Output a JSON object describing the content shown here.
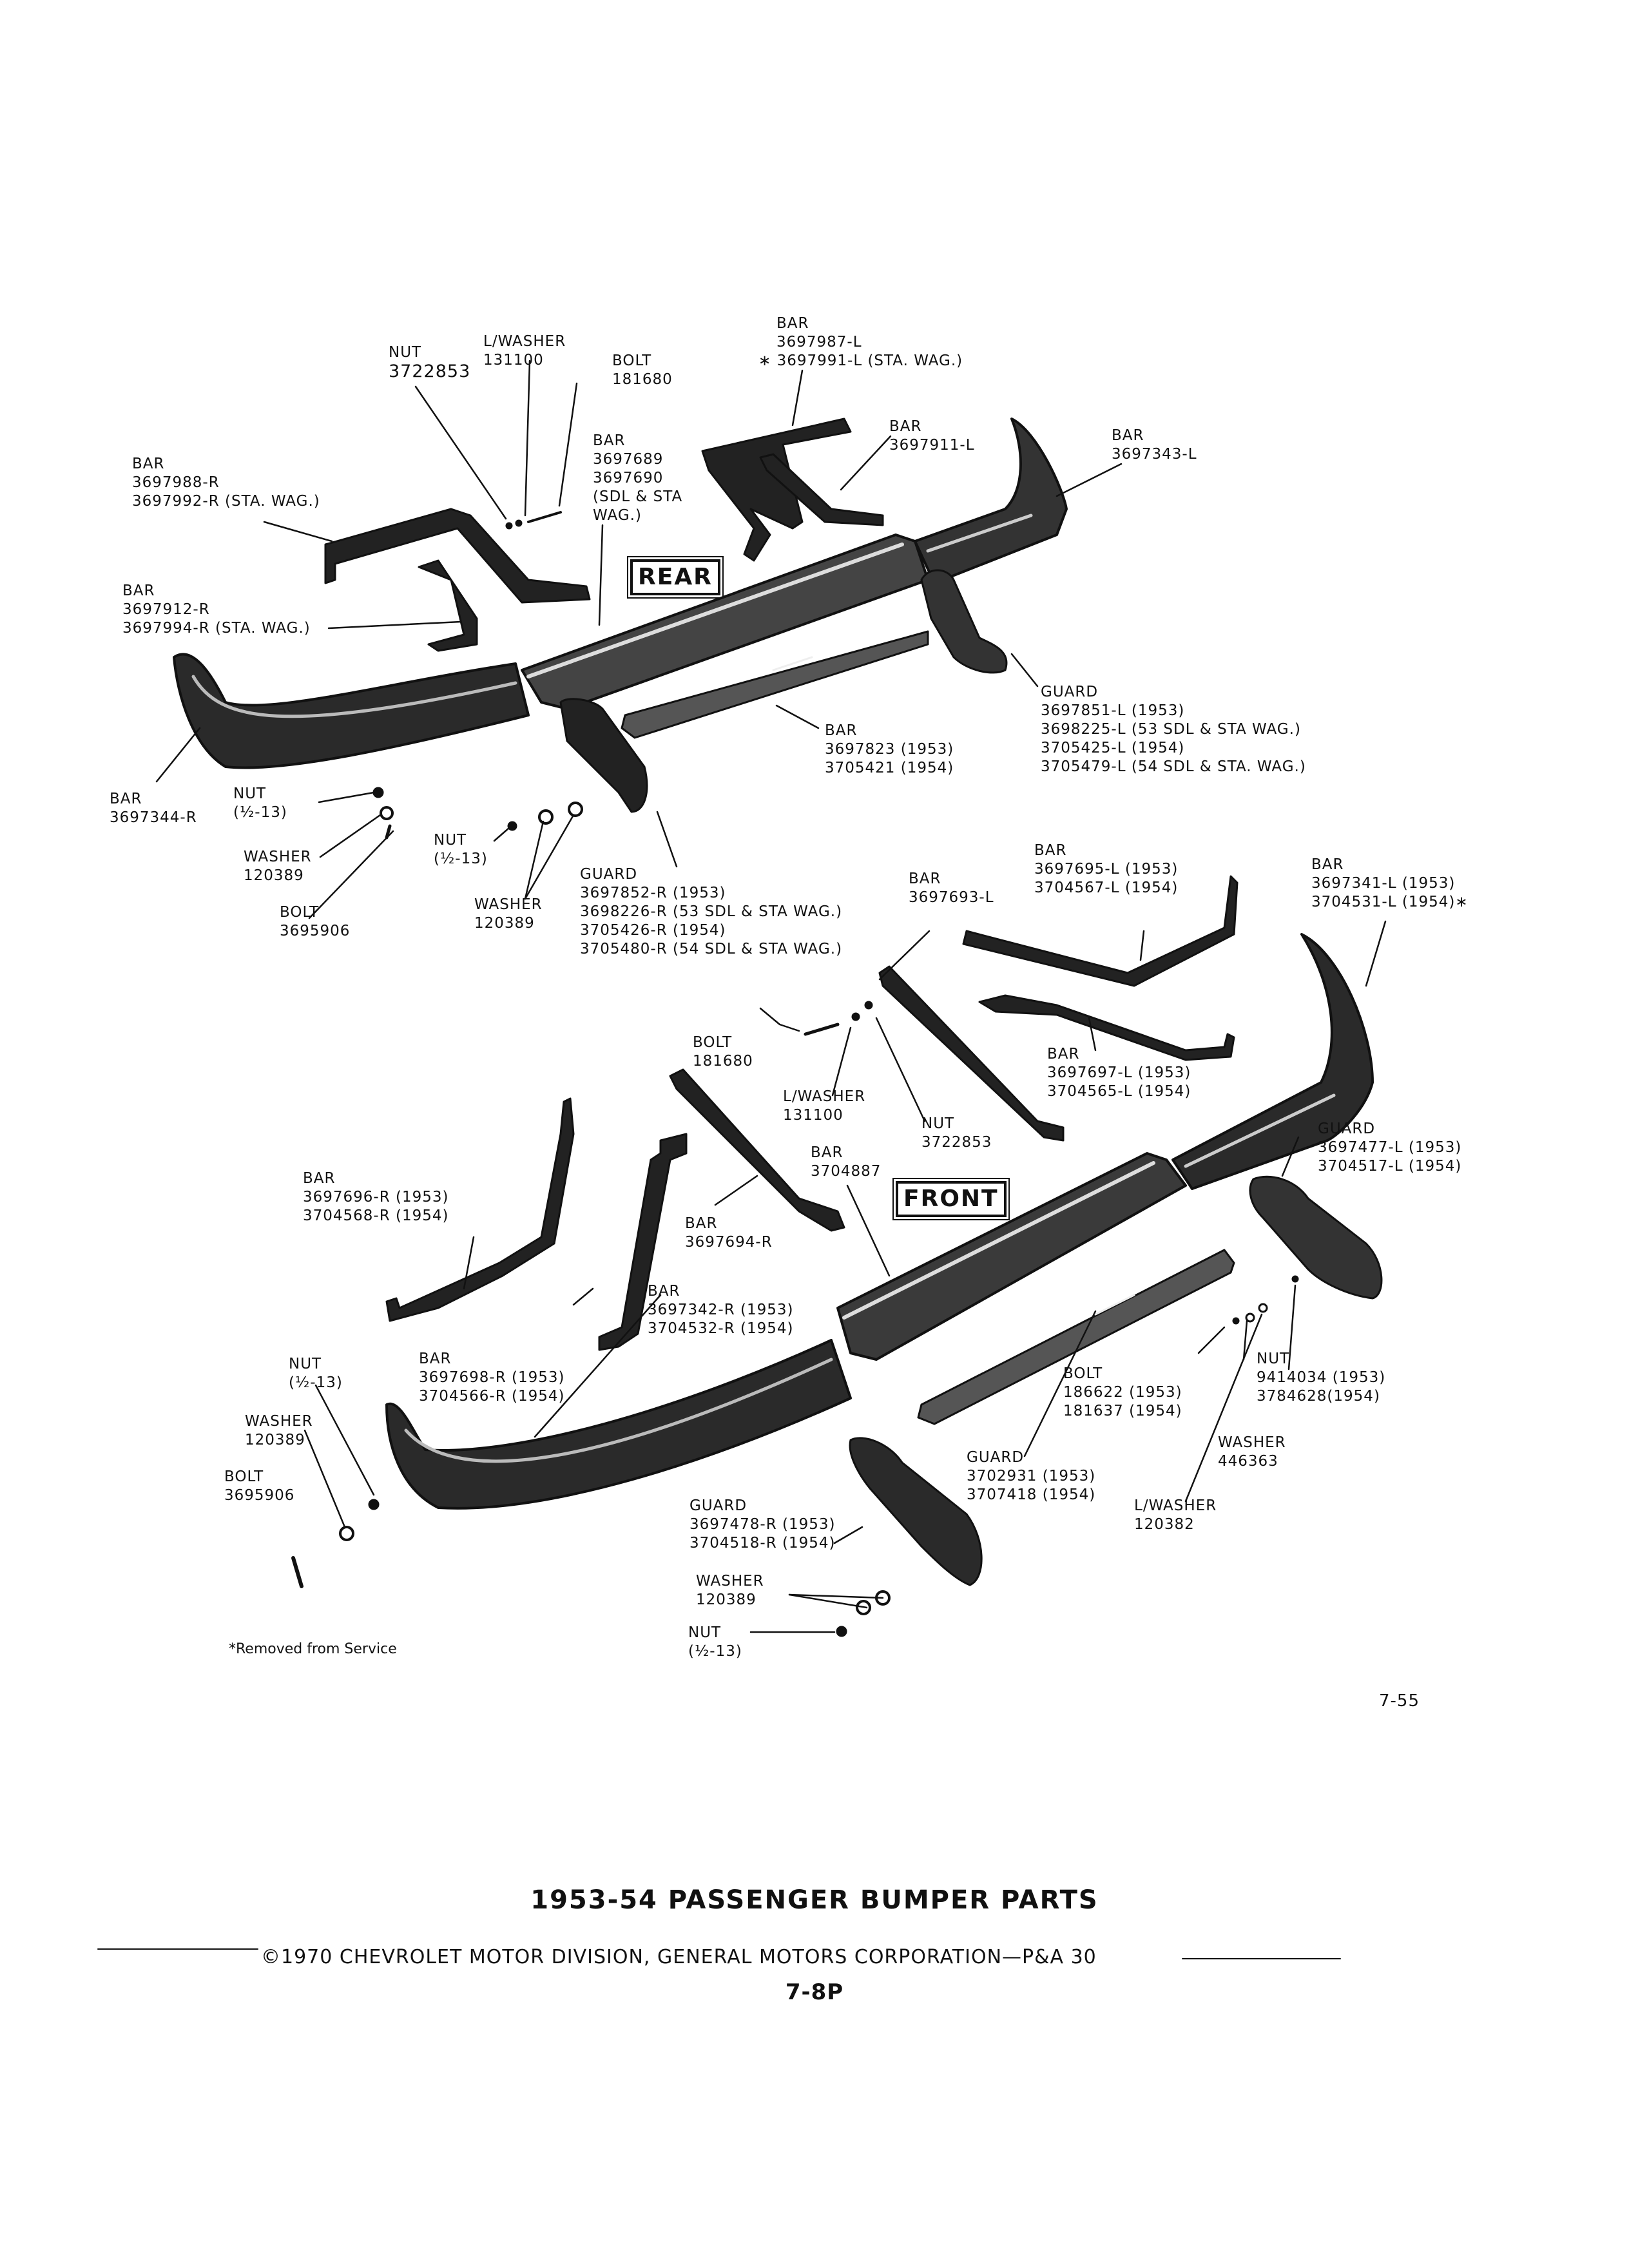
{
  "labels": {
    "nut_3722853_top": [
      "NUT",
      "3722853"
    ],
    "lwasher_131100_top": [
      "L/WASHER",
      "131100"
    ],
    "bolt_181680_top": [
      "BOLT",
      "181680"
    ],
    "bar_3697987": [
      "BAR",
      "3697987-L",
      "∗ 3697991-L (STA. WAG.)"
    ],
    "bar_3697911": [
      "BAR",
      "3697911-L"
    ],
    "bar_3697343": [
      "BAR",
      "3697343-L"
    ],
    "bar_3697988": [
      "BAR",
      "3697988-R",
      "3697992-R (STA. WAG.)"
    ],
    "bar_3697689": [
      "BAR",
      "3697689",
      "3697690",
      "(SDL & STA",
      "WAG.)"
    ],
    "bar_3697912": [
      "BAR",
      "3697912-R",
      "3697994-R (STA. WAG.)"
    ],
    "guard_3697851": [
      "GUARD",
      "3697851-L (1953)",
      "3698225-L (53 SDL & STA WAG.)",
      "3705425-L (1954)",
      "3705479-L (54 SDL & STA. WAG.)"
    ],
    "bar_3697823": [
      "BAR",
      "3697823 (1953)",
      "3705421 (1954)"
    ],
    "bar_3697344": [
      "BAR",
      "3697344-R"
    ],
    "nut_half13_rear_left": [
      "NUT",
      "(½-13)"
    ],
    "washer_120389_rear_left": [
      "WASHER",
      "120389"
    ],
    "bolt_3695906_rear": [
      "BOLT",
      "3695906"
    ],
    "nut_half13_rear_mid": [
      "NUT",
      "(½-13)"
    ],
    "washer_120389_rear_mid": [
      "WASHER",
      "120389"
    ],
    "guard_3697852": [
      "GUARD",
      "3697852-R (1953)",
      "3698226-R (53 SDL & STA WAG.)",
      "3705426-R (1954)",
      "3705480-R (54 SDL & STA WAG.)"
    ],
    "bar_3697693": [
      "BAR",
      "3697693-L"
    ],
    "bar_3697695": [
      "BAR",
      "3697695-L (1953)",
      "3704567-L (1954)"
    ],
    "bar_3697341": [
      "BAR",
      "3697341-L (1953)",
      "3704531-L (1954)∗"
    ],
    "bolt_181680_front": [
      "BOLT",
      "181680"
    ],
    "lwasher_131100_front": [
      "L/WASHER",
      "131100"
    ],
    "nut_3722853_front": [
      "NUT",
      "3722853"
    ],
    "bar_3697697": [
      "BAR",
      "3697697-L (1953)",
      "3704565-L (1954)"
    ],
    "guard_3697477": [
      "GUARD",
      "3697477-L (1953)",
      "3704517-L (1954)"
    ],
    "bar_3704887": [
      "BAR",
      "3704887"
    ],
    "bar_3697694": [
      "BAR",
      "3697694-R"
    ],
    "bar_3697696": [
      "BAR",
      "3697696-R (1953)",
      "3704568-R (1954)"
    ],
    "bar_3697342": [
      "BAR",
      "3697342-R (1953)",
      "3704532-R (1954)"
    ],
    "bar_3697698": [
      "BAR",
      "3697698-R (1953)",
      "3704566-R (1954)"
    ],
    "nut_half13_front_left": [
      "NUT",
      "(½-13)"
    ],
    "washer_120389_front_left": [
      "WASHER",
      "120389"
    ],
    "bolt_3695906_front": [
      "BOLT",
      "3695906"
    ],
    "bolt_186622": [
      "BOLT",
      "186622 (1953)",
      "181637 (1954)"
    ],
    "nut_9414034": [
      "NUT",
      "9414034 (1953)",
      "3784628(1954)"
    ],
    "washer_446363": [
      "WASHER",
      "446363"
    ],
    "lwasher_120382": [
      "L/WASHER",
      "120382"
    ],
    "guard_3702931": [
      "GUARD",
      "3702931 (1953)",
      "3707418 (1954)"
    ],
    "guard_3697478": [
      "GUARD",
      "3697478-R (1953)",
      "3704518-R (1954)"
    ],
    "washer_120389_bottom": [
      "WASHER",
      "120389"
    ],
    "nut_half13_bottom": [
      "NUT",
      "(½-13)"
    ]
  },
  "rear_tag": "REAR",
  "front_tag": "FRONT",
  "footnote": "*Removed from Service",
  "figure_number": "7-55",
  "title": "1953-54 PASSENGER BUMPER PARTS",
  "copyright": "©1970 CHEVROLET MOTOR DIVISION, GENERAL MOTORS CORPORATION—P&A 30",
  "page_number": "7-8P"
}
